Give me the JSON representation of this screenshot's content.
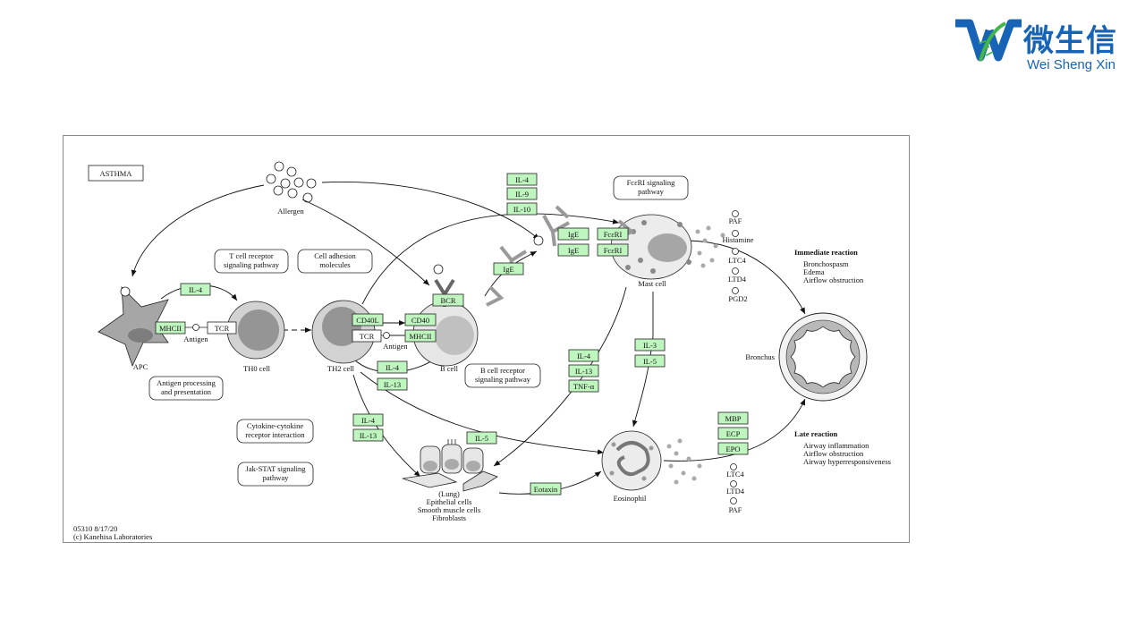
{
  "logo": {
    "chinese": "微生信",
    "english": "Wei Sheng Xin",
    "colors": {
      "blue": "#1763b5",
      "green": "#43b649"
    }
  },
  "diagram": {
    "title": "ASTHMA",
    "footer_id": "05310 8/17/20",
    "footer_copyright": "(c) Kanehisa Laboratories",
    "colors": {
      "gene_fill": "#bff5bf",
      "cell_gray": "#9a9a9a",
      "line": "#111111"
    },
    "cells": {
      "allergen": "Allergen",
      "apc": "APC",
      "th0": "TH0 cell",
      "th2": "TH2 cell",
      "bcell": "B cell",
      "mast": "Mast cell",
      "eosinophil": "Eosinophil",
      "bronchus": "Bronchus",
      "lung": "(Lung)",
      "epithelial": "Epithelial cells",
      "smooth": "Smooth muscle cells",
      "fibroblasts": "Fibroblasts"
    },
    "pathways": {
      "tcr_1": "T cell receptor",
      "tcr_2": "signaling pathway",
      "adhesion_1": "Cell adhesion",
      "adhesion_2": "molecules",
      "antigen_proc_1": "Antigen processing",
      "antigen_proc_2": "and presentation",
      "cytokine_1": "Cytokine-cytokine",
      "cytokine_2": "receptor interaction",
      "jakstat_1": "Jak-STAT signaling",
      "jakstat_2": "pathway",
      "bcr_1": "B cell receptor",
      "bcr_2": "signaling pathway",
      "fceri_1": "FcεRI signaling",
      "fceri_2": "pathway"
    },
    "genes": {
      "il4_apc": "IL-4",
      "mhcii_apc": "MHCII",
      "cd40l": "CD40L",
      "cd40": "CD40",
      "mhcii_b": "MHCII",
      "bcr": "BCR",
      "il4_b": "IL-4",
      "il13_b": "IL-13",
      "il4_top": "IL-4",
      "il9_top": "IL-9",
      "il10_top": "IL-10",
      "ige_free": "IgE",
      "ige_1": "IgE",
      "ige_2": "IgE",
      "fceri_1": "FcεRI",
      "fceri_2": "FcεRI",
      "il4_lung": "IL-4",
      "il13_lung": "IL-13",
      "il5_mid": "IL-5",
      "il4_mid": "IL-4",
      "il13_mid": "IL-13",
      "tnfa": "TNF-α",
      "il3": "IL-3",
      "il5_right": "IL-5",
      "mbp": "MBP",
      "ecp": "ECP",
      "epo": "EPO",
      "eotaxin": "Eotaxin"
    },
    "labels": {
      "tcr_apc": "TCR",
      "tcr_th2": "TCR",
      "antigen_apc": "Antigen",
      "antigen_b": "Antigen"
    },
    "mediators_mast": [
      "PAF",
      "Histamine",
      "LTC4",
      "LTD4",
      "PGD2"
    ],
    "mediators_eos": [
      "LTC4",
      "LTD4",
      "PAF"
    ],
    "immediate": {
      "title": "Immediate reaction",
      "items": [
        "Bronchospasm",
        "Edema",
        "Airflow obstruction"
      ]
    },
    "late": {
      "title": "Late reaction",
      "items": [
        "Airway inflammation",
        "Airflow obstruction",
        "Airway hyperresponsiveness"
      ]
    }
  }
}
